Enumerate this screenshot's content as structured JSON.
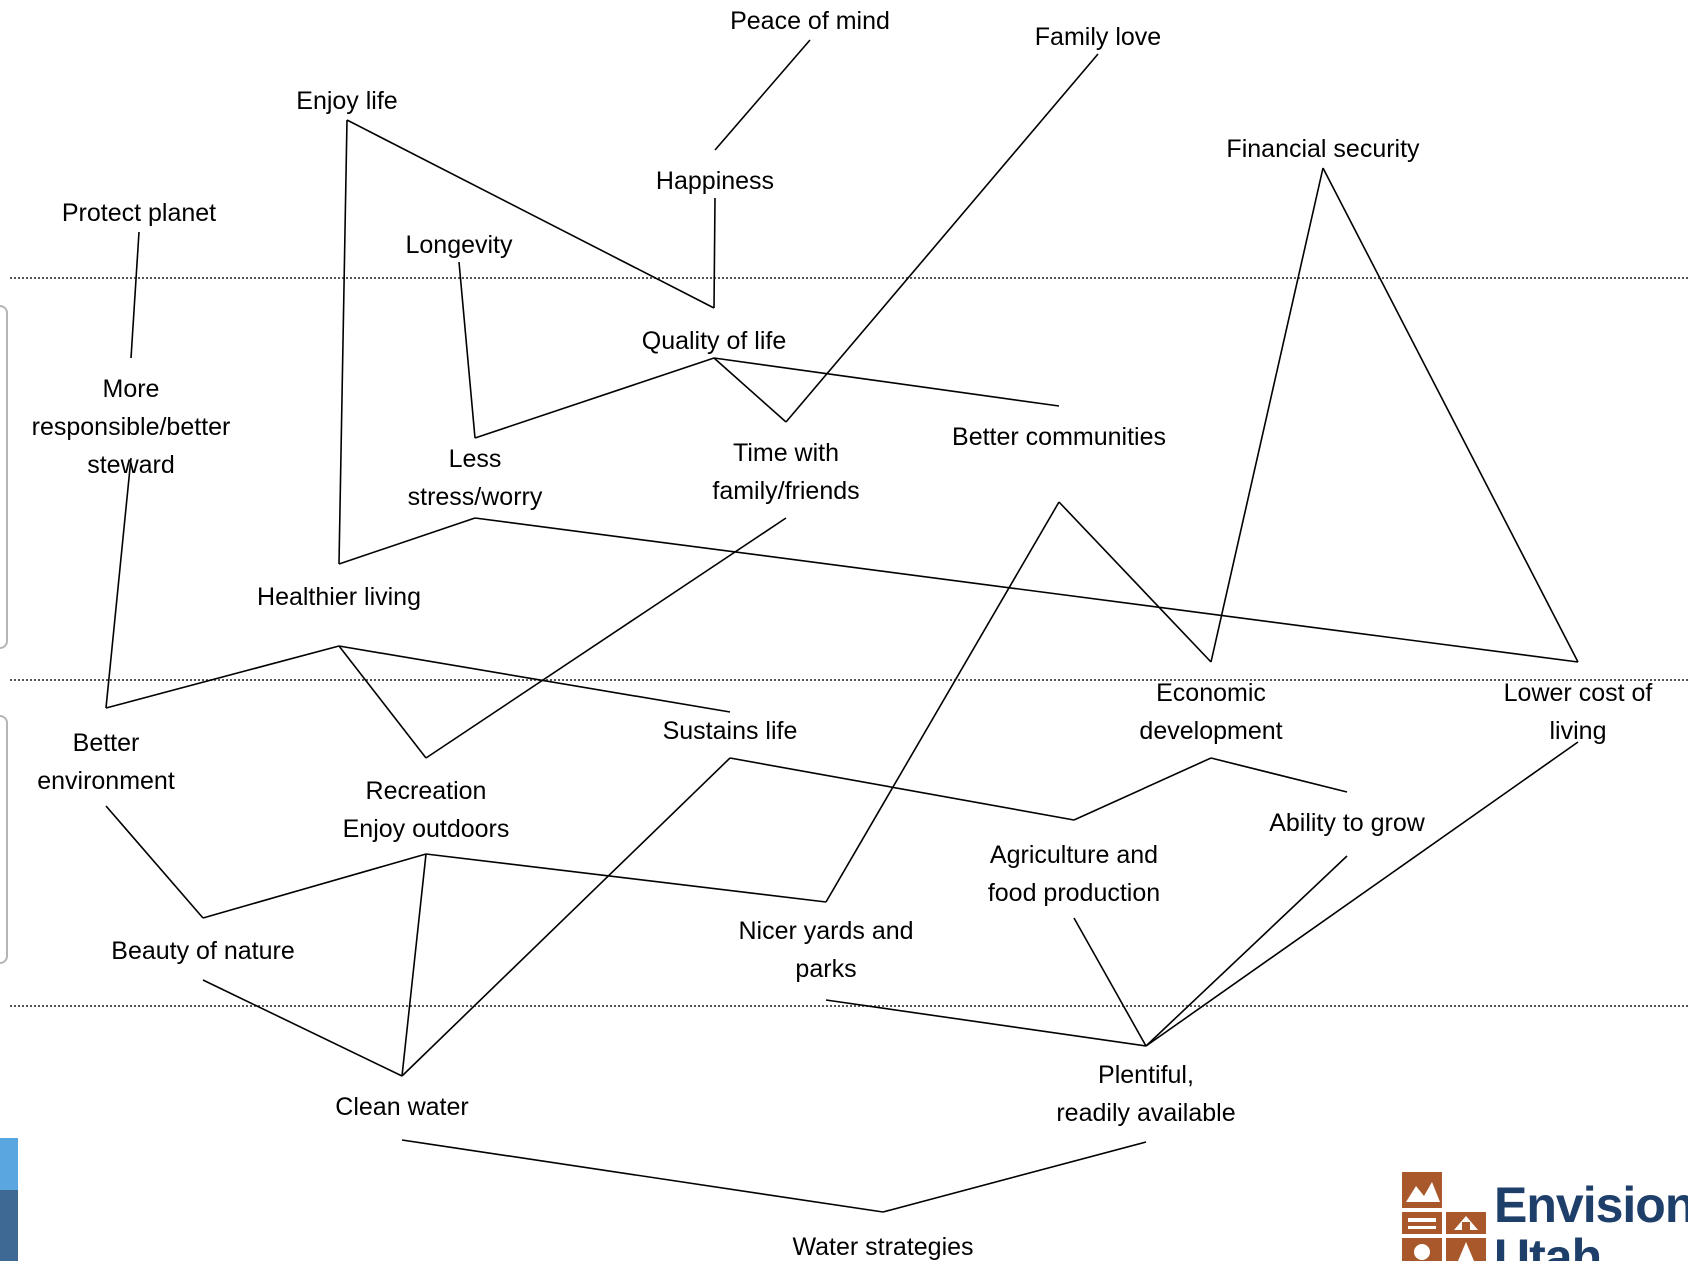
{
  "colors": {
    "line": "#000000",
    "divider": "#555555",
    "accent_light_blue": "#5aa6e0",
    "accent_dark_blue": "#3d6994",
    "logo_brown": "#a8582b",
    "logo_text": "#1f3f6b"
  },
  "diagram": {
    "nodes": [
      {
        "id": "peace",
        "text": "Peace of mind"
      },
      {
        "id": "family_love",
        "text": "Family love"
      },
      {
        "id": "enjoy_life",
        "text": "Enjoy life"
      },
      {
        "id": "financial",
        "text": "Financial security"
      },
      {
        "id": "happiness",
        "text": "Happiness"
      },
      {
        "id": "protect",
        "text": "Protect planet"
      },
      {
        "id": "longevity",
        "text": "Longevity"
      },
      {
        "id": "quality",
        "text": "Quality of life"
      },
      {
        "id": "responsible",
        "text": "More\nresponsible/better\nsteward"
      },
      {
        "id": "better_comm",
        "text": "Better communities"
      },
      {
        "id": "less_stress",
        "text": "Less\nstress/worry"
      },
      {
        "id": "time_family",
        "text": "Time with\nfamily/friends"
      },
      {
        "id": "healthier",
        "text": "Healthier living"
      },
      {
        "id": "econ",
        "text": "Economic\ndevelopment"
      },
      {
        "id": "lower_cost",
        "text": "Lower cost of\nliving"
      },
      {
        "id": "sustains",
        "text": "Sustains life"
      },
      {
        "id": "better_env",
        "text": "Better\nenvironment"
      },
      {
        "id": "recreation",
        "text": "Recreation\nEnjoy outdoors"
      },
      {
        "id": "ability",
        "text": "Ability to grow"
      },
      {
        "id": "agriculture",
        "text": "Agriculture and\nfood production"
      },
      {
        "id": "beauty",
        "text": "Beauty of nature"
      },
      {
        "id": "nicer_yards",
        "text": "Nicer yards and\nparks"
      },
      {
        "id": "plentiful",
        "text": "Plentiful,\nreadily available"
      },
      {
        "id": "clean_water",
        "text": "Clean water"
      },
      {
        "id": "water_strat",
        "text": "Water strategies"
      }
    ],
    "edges": [
      [
        "happiness",
        "peace"
      ],
      [
        "quality",
        "happiness"
      ],
      [
        "quality",
        "enjoy_life"
      ],
      [
        "time_family",
        "family_love"
      ],
      [
        "lower_cost",
        "financial"
      ],
      [
        "econ",
        "financial"
      ],
      [
        "responsible",
        "protect"
      ],
      [
        "less_stress",
        "longevity"
      ],
      [
        "less_stress",
        "quality"
      ],
      [
        "quality",
        "time_family"
      ],
      [
        "quality",
        "better_comm"
      ],
      [
        "healthier",
        "enjoy_life"
      ],
      [
        "healthier",
        "less_stress"
      ],
      [
        "less_stress",
        "lower_cost"
      ],
      [
        "better_comm",
        "econ"
      ],
      [
        "better_env",
        "responsible"
      ],
      [
        "better_env",
        "healthier"
      ],
      [
        "healthier",
        "sustains"
      ],
      [
        "recreation",
        "healthier"
      ],
      [
        "recreation",
        "time_family"
      ],
      [
        "beauty",
        "better_env"
      ],
      [
        "beauty",
        "recreation"
      ],
      [
        "clean_water",
        "recreation"
      ],
      [
        "recreation",
        "nicer_yards"
      ],
      [
        "nicer_yards",
        "better_comm"
      ],
      [
        "clean_water",
        "beauty"
      ],
      [
        "clean_water",
        "sustains"
      ],
      [
        "sustains",
        "agriculture"
      ],
      [
        "agriculture",
        "econ"
      ],
      [
        "econ",
        "ability"
      ],
      [
        "plentiful",
        "agriculture"
      ],
      [
        "plentiful",
        "ability"
      ],
      [
        "plentiful",
        "lower_cost"
      ],
      [
        "plentiful",
        "nicer_yards"
      ],
      [
        "water_strat",
        "clean_water"
      ],
      [
        "water_strat",
        "plentiful"
      ]
    ]
  },
  "logo": {
    "line1": "Envision",
    "line2": "Utah"
  }
}
